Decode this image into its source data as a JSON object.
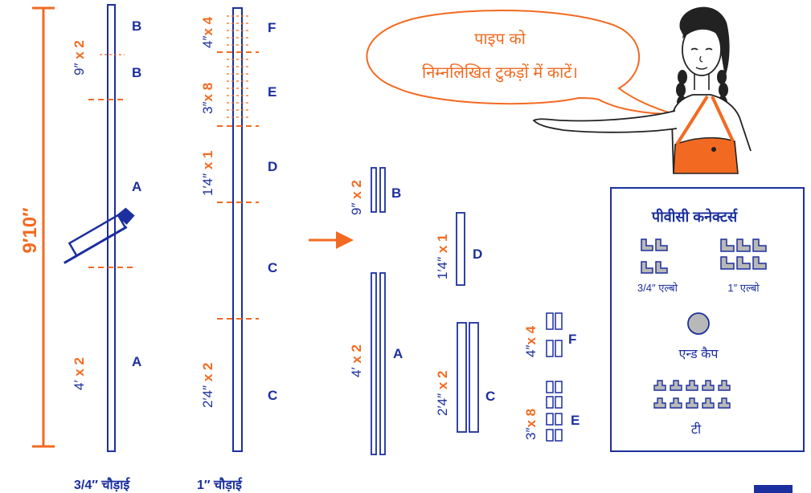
{
  "colors": {
    "blue": "#1b2f9e",
    "orange": "#f26a21",
    "gray": "#b8b8b8",
    "dark": "#222222"
  },
  "total_length": "9′10″",
  "widths": {
    "three_quarter": "3/4″ चौड़ाई",
    "one_inch": "1″ चौड़ाई"
  },
  "pipe_left": {
    "labels": [
      "B",
      "B",
      "A",
      "A"
    ],
    "dims": [
      {
        "len": "9″",
        "qty": " x 2"
      },
      {
        "len": "4′",
        "qty": " x 2"
      }
    ]
  },
  "pipe_right": {
    "labels": [
      "F",
      "E",
      "D",
      "C",
      "C"
    ],
    "dims": [
      {
        "len": "4″",
        "qty": "x 4"
      },
      {
        "len": "3″",
        "qty": "x 8"
      },
      {
        "len": "1′4″",
        "qty": " x 1"
      },
      {
        "len": "2′4″",
        "qty": " x 2"
      }
    ]
  },
  "speech": {
    "line1": "पाइप को",
    "line2": "निम्नलिखित टुकड़ों में काटें।"
  },
  "pieces": {
    "B": {
      "label": "B",
      "len": "9″",
      "qty": " x 2"
    },
    "D": {
      "label": "D",
      "len": "1′4″",
      "qty": " x 1"
    },
    "A": {
      "label": "A",
      "len": "4′",
      "qty": " x 2"
    },
    "C": {
      "label": "C",
      "len": "2′4″",
      "qty": " x 2"
    },
    "F": {
      "label": "F",
      "len": "4″",
      "qty": "x 4"
    },
    "E": {
      "label": "E",
      "len": "3″",
      "qty": "x 8"
    }
  },
  "connectors": {
    "title": "पीवीसी कनेक्टर्स",
    "elbow_34": "3/4″ एल्बो",
    "elbow_1": "1″ एल्बो",
    "end_cap": "एन्ड कैप",
    "tee": "टी"
  }
}
